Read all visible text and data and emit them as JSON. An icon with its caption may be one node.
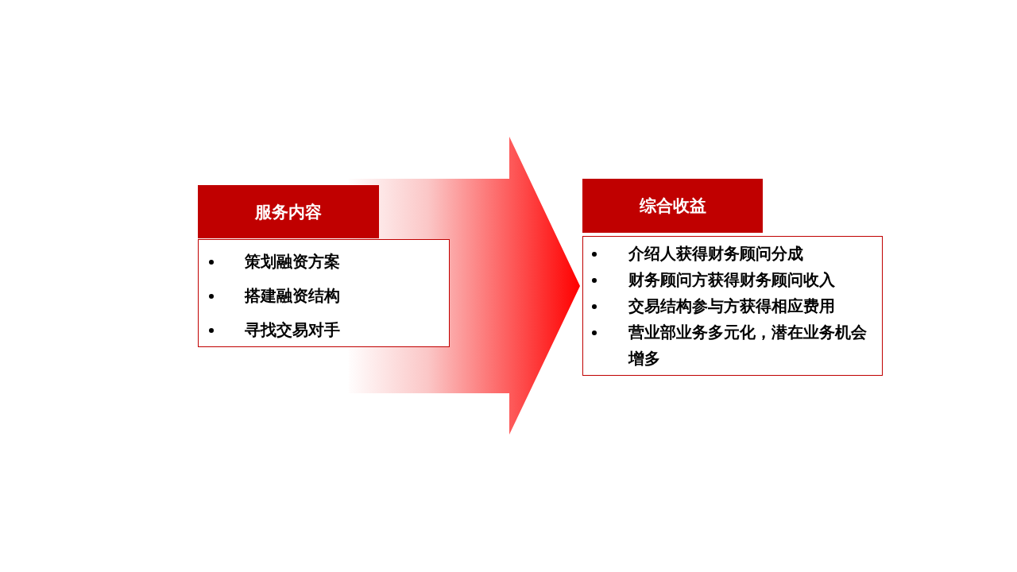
{
  "diagram": {
    "nodes": [
      {
        "text": [
          "服务内容"
        ]
      },
      {
        "text": [
          "策划融资方案",
          "搭建融资结构",
          "寻找交易对手"
        ]
      },
      {
        "text": [
          "综合收益"
        ]
      },
      {
        "text": [
          "介绍人获得财务顾问分成",
          "财务顾问方获得财务顾问收入",
          "交易结构参与方获得相应费用",
          "营业部业务多元化，潜在业务机会增多"
        ]
      }
    ],
    "edges": [
      {
        "from": 1,
        "to": 3,
        "arrow": "to"
      }
    ]
  }
}
